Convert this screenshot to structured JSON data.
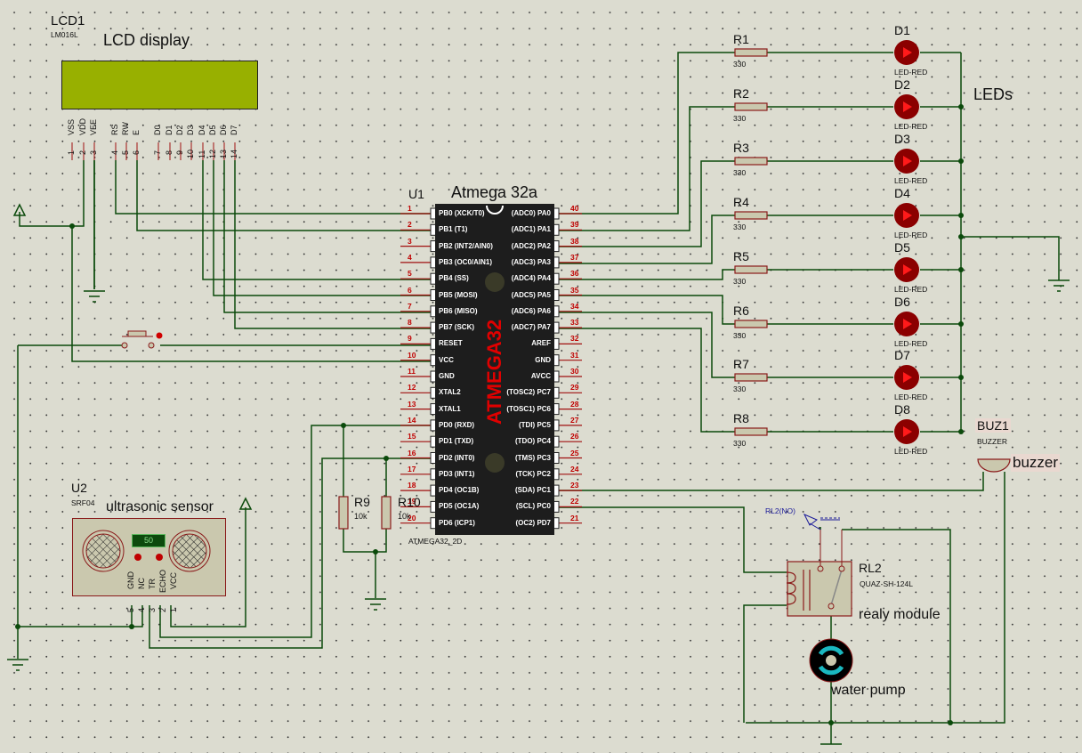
{
  "lcd": {
    "ref": "LCD1",
    "part": "LM016L",
    "label": "LCD display",
    "pins": [
      {
        "name": "VSS",
        "num": "1"
      },
      {
        "name": "VDD",
        "num": "2"
      },
      {
        "name": "VEE",
        "num": "3"
      },
      {
        "name": "RS",
        "num": "4"
      },
      {
        "name": "RW",
        "num": "5"
      },
      {
        "name": "E",
        "num": "6"
      },
      {
        "name": "D0",
        "num": "7"
      },
      {
        "name": "D1",
        "num": "8"
      },
      {
        "name": "D2",
        "num": "9"
      },
      {
        "name": "D3",
        "num": "10"
      },
      {
        "name": "D4",
        "num": "11"
      },
      {
        "name": "D5",
        "num": "12"
      },
      {
        "name": "D6",
        "num": "13"
      },
      {
        "name": "D7",
        "num": "14"
      }
    ],
    "screen_color": "#98b000"
  },
  "mcu": {
    "ref": "U1",
    "label": "Atmega 32a",
    "body_text": "ATMEGA32",
    "part": "ATMEGA32_2D",
    "left_pins": [
      {
        "num": "1",
        "name": "PB0 (XCK/T0)"
      },
      {
        "num": "2",
        "name": "PB1 (T1)"
      },
      {
        "num": "3",
        "name": "PB2 (INT2/AIN0)"
      },
      {
        "num": "4",
        "name": "PB3 (OC0/AIN1)"
      },
      {
        "num": "5",
        "name": "PB4 (SS)"
      },
      {
        "num": "6",
        "name": "PB5 (MOSI)"
      },
      {
        "num": "7",
        "name": "PB6 (MISO)"
      },
      {
        "num": "8",
        "name": "PB7 (SCK)"
      },
      {
        "num": "9",
        "name": "RESET"
      },
      {
        "num": "10",
        "name": "VCC"
      },
      {
        "num": "11",
        "name": "GND"
      },
      {
        "num": "12",
        "name": "XTAL2"
      },
      {
        "num": "13",
        "name": "XTAL1"
      },
      {
        "num": "14",
        "name": "PD0 (RXD)"
      },
      {
        "num": "15",
        "name": "PD1 (TXD)"
      },
      {
        "num": "16",
        "name": "PD2 (INT0)"
      },
      {
        "num": "17",
        "name": "PD3 (INT1)"
      },
      {
        "num": "18",
        "name": "PD4 (OC1B)"
      },
      {
        "num": "19",
        "name": "PD5 (OC1A)"
      },
      {
        "num": "20",
        "name": "PD6 (ICP1)"
      }
    ],
    "right_pins": [
      {
        "num": "40",
        "name": "(ADC0) PA0"
      },
      {
        "num": "39",
        "name": "(ADC1) PA1"
      },
      {
        "num": "38",
        "name": "(ADC2) PA2"
      },
      {
        "num": "37",
        "name": "(ADC3) PA3"
      },
      {
        "num": "36",
        "name": "(ADC4) PA4"
      },
      {
        "num": "35",
        "name": "(ADC5) PA5"
      },
      {
        "num": "34",
        "name": "(ADC6) PA6"
      },
      {
        "num": "33",
        "name": "(ADC7) PA7"
      },
      {
        "num": "32",
        "name": "AREF"
      },
      {
        "num": "31",
        "name": "GND"
      },
      {
        "num": "30",
        "name": "AVCC"
      },
      {
        "num": "29",
        "name": "(TOSC2) PC7"
      },
      {
        "num": "28",
        "name": "(TOSC1) PC6"
      },
      {
        "num": "27",
        "name": "(TDI) PC5"
      },
      {
        "num": "26",
        "name": "(TDO) PC4"
      },
      {
        "num": "25",
        "name": "(TMS) PC3"
      },
      {
        "num": "24",
        "name": "(TCK) PC2"
      },
      {
        "num": "23",
        "name": "(SDA) PC1"
      },
      {
        "num": "22",
        "name": "(SCL) PC0"
      },
      {
        "num": "21",
        "name": "(OC2) PD7"
      }
    ]
  },
  "leds": {
    "label": "LEDs",
    "items": [
      {
        "r_ref": "R1",
        "r_val": "330",
        "d_ref": "D1",
        "d_part": "LED-RED"
      },
      {
        "r_ref": "R2",
        "r_val": "330",
        "d_ref": "D2",
        "d_part": "LED-RED"
      },
      {
        "r_ref": "R3",
        "r_val": "330",
        "d_ref": "D3",
        "d_part": "LED-RED"
      },
      {
        "r_ref": "R4",
        "r_val": "330",
        "d_ref": "D4",
        "d_part": "LED-RED"
      },
      {
        "r_ref": "R5",
        "r_val": "330",
        "d_ref": "D5",
        "d_part": "LED-RED"
      },
      {
        "r_ref": "R6",
        "r_val": "330",
        "d_ref": "D6",
        "d_part": "LED-RED"
      },
      {
        "r_ref": "R7",
        "r_val": "330",
        "d_ref": "D7",
        "d_part": "LED-RED"
      },
      {
        "r_ref": "R8",
        "r_val": "330",
        "d_ref": "D8",
        "d_part": "LED-RED"
      }
    ]
  },
  "sensor": {
    "ref": "U2",
    "part": "SRF04",
    "label": "ultrasonic sensor",
    "reading": "50",
    "pins": [
      {
        "name": "GND",
        "num": "5"
      },
      {
        "name": "NC",
        "num": "4"
      },
      {
        "name": "TR",
        "num": "3"
      },
      {
        "name": "ECHO",
        "num": "2"
      },
      {
        "name": "VCC",
        "num": "1"
      }
    ]
  },
  "pulldowns": [
    {
      "ref": "R9",
      "val": "10k"
    },
    {
      "ref": "R10",
      "val": "10k"
    }
  ],
  "buzzer": {
    "ref": "BUZ1",
    "part": "BUZZER",
    "label": "buzzer"
  },
  "relay": {
    "ref": "RL2",
    "part": "QUAZ-SH-124L",
    "label": "realy module",
    "probe": "RL2(NO)"
  },
  "pump": {
    "label": "water pump"
  }
}
